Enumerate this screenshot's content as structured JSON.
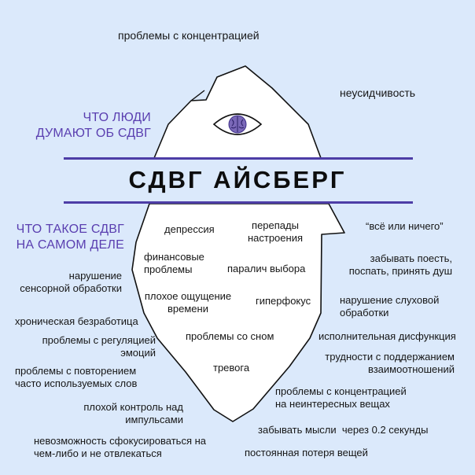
{
  "title": "СДВГ АЙСБЕРГ",
  "side_labels": {
    "above": "ЧТО ЛЮДИ\nДУМАЮТ ОБ СДВГ",
    "below": "ЧТО ТАКОЕ СДВГ\nНА САМОМ ДЕЛЕ"
  },
  "above_water": {
    "item1": "проблемы с концентрацией",
    "item2": "неусидчивость"
  },
  "inside_iceberg": {
    "item1": "депрессия",
    "item2": "перепады\nнастроения",
    "item3": "финансовые\nпроблемы",
    "item4": "паралич выбора",
    "item5": "плохое ощущение\nвремени",
    "item6": "гиперфокус",
    "item7": "проблемы со сном",
    "item8": "тревога"
  },
  "left_items": {
    "item1": "нарушение\nсенсорной обработки",
    "item2": "хроническая безработица",
    "item3": "проблемы с регуляцией\nэмоций",
    "item4": "проблемы с повторением\nчасто используемых слов",
    "item5": "плохой контроль над\nимпульсами",
    "item6": "невозможность сфокусироваться на\nчем-либо и не отвлекаться"
  },
  "right_items": {
    "item1": "“всё или ничего”",
    "item2": "забывать поесть,\nпоспать, принять душ",
    "item3": "нарушение слуховой\nобработки",
    "item4": "исполнительная дисфункция",
    "item5": "трудности с поддержанием\nвзаимоотношений",
    "item6": "проблемы с концентрацией\nна неинтересных вещах",
    "item7": "забывать мысли  через 0.2 секунды",
    "item8": "постоянная потеря вещей"
  },
  "colors": {
    "background": "#dbe9fb",
    "accent": "#4d3da6",
    "iceberg_fill": "#ffffff",
    "outline": "#111111"
  },
  "icons": [
    "eye-brain-icon"
  ]
}
